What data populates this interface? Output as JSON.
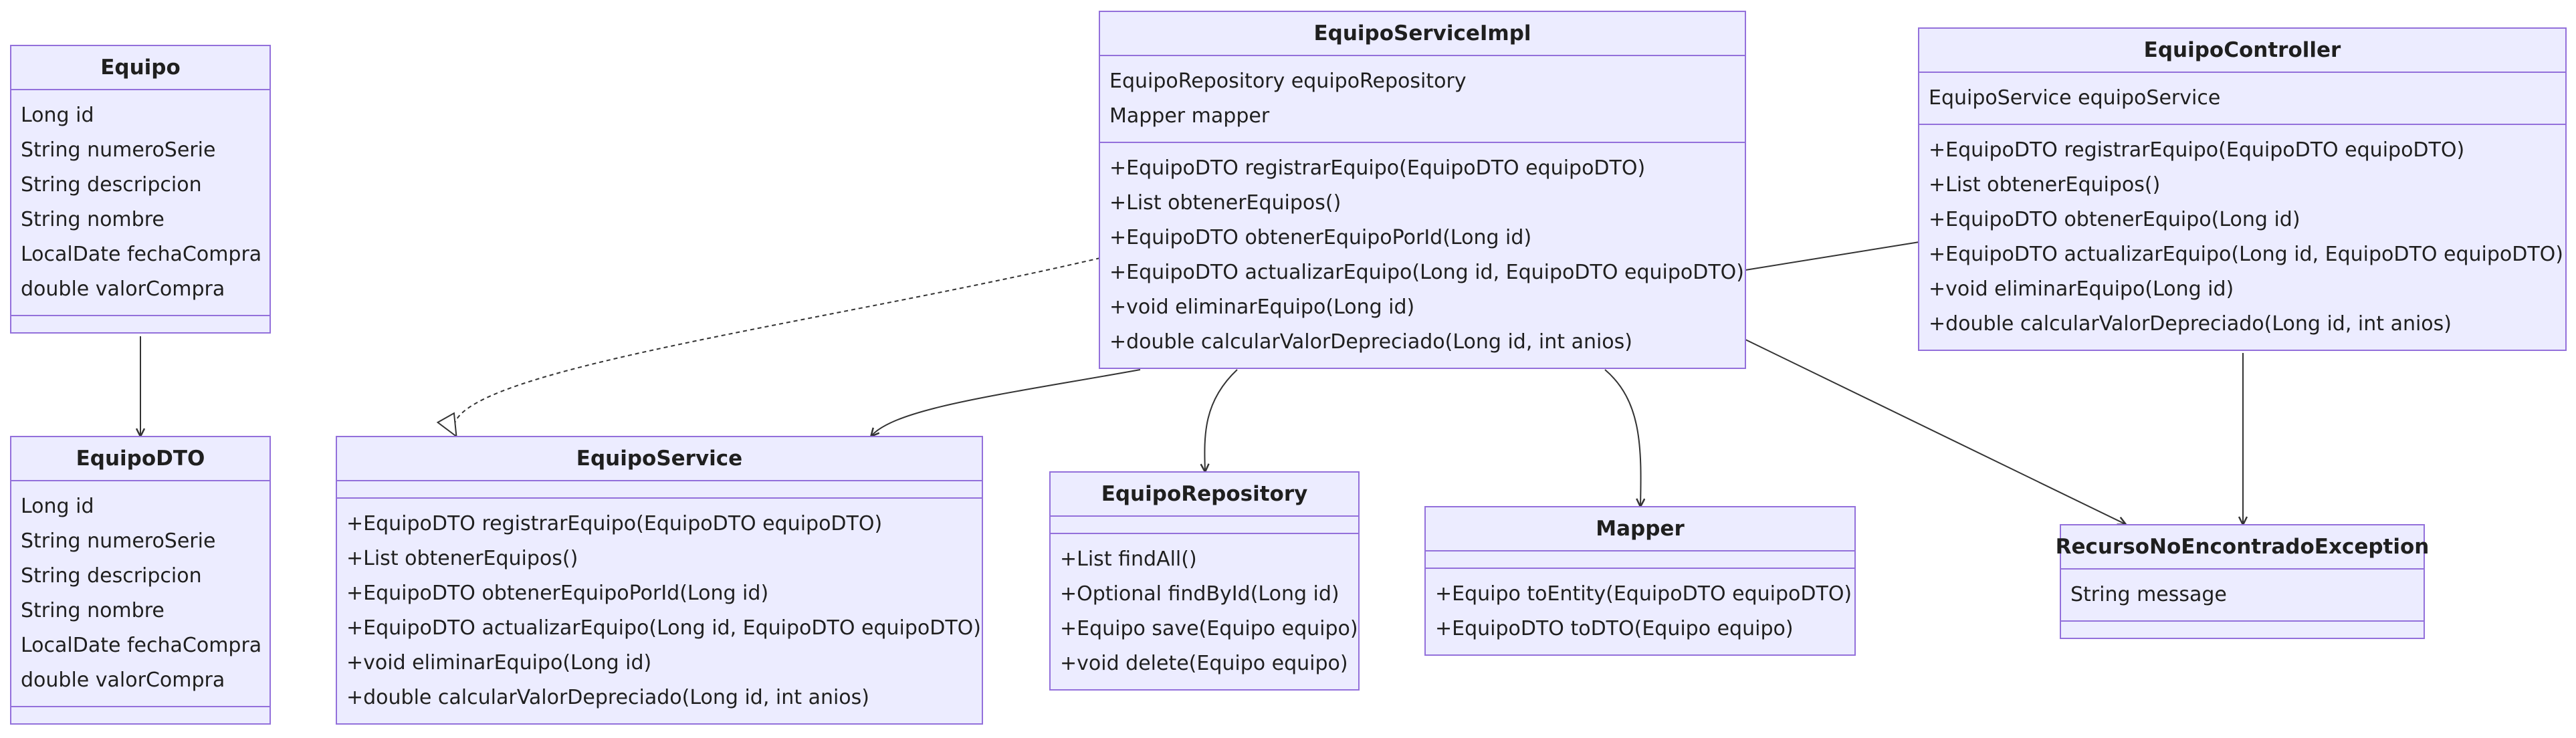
{
  "classes": {
    "equipo": {
      "name": "Equipo",
      "attributes": [
        "Long id",
        "String numeroSerie",
        "String descripcion",
        "String nombre",
        "LocalDate fechaCompra",
        "double valorCompra"
      ],
      "methods": []
    },
    "equipo_dto": {
      "name": "EquipoDTO",
      "attributes": [
        "Long id",
        "String numeroSerie",
        "String descripcion",
        "String nombre",
        "LocalDate fechaCompra",
        "double valorCompra"
      ],
      "methods": []
    },
    "equipo_service": {
      "name": "EquipoService",
      "attributes": [],
      "methods": [
        "+EquipoDTO registrarEquipo(EquipoDTO equipoDTO)",
        "+List obtenerEquipos()",
        "+EquipoDTO obtenerEquipoPorId(Long id)",
        "+EquipoDTO actualizarEquipo(Long id, EquipoDTO equipoDTO)",
        "+void eliminarEquipo(Long id)",
        "+double calcularValorDepreciado(Long id, int anios)"
      ]
    },
    "equipo_service_impl": {
      "name": "EquipoServiceImpl",
      "attributes": [
        "EquipoRepository equipoRepository",
        "Mapper mapper"
      ],
      "methods": [
        "+EquipoDTO registrarEquipo(EquipoDTO equipoDTO)",
        "+List obtenerEquipos()",
        "+EquipoDTO obtenerEquipoPorId(Long id)",
        "+EquipoDTO actualizarEquipo(Long id, EquipoDTO equipoDTO)",
        "+void eliminarEquipo(Long id)",
        "+double calcularValorDepreciado(Long id, int anios)"
      ]
    },
    "equipo_repository": {
      "name": "EquipoRepository",
      "attributes": [],
      "methods": [
        "+List findAll()",
        "+Optional findById(Long id)",
        "+Equipo save(Equipo equipo)",
        "+void delete(Equipo equipo)"
      ]
    },
    "mapper": {
      "name": "Mapper",
      "attributes": [],
      "methods": [
        "+Equipo toEntity(EquipoDTO equipoDTO)",
        "+EquipoDTO toDTO(Equipo equipo)"
      ]
    },
    "equipo_controller": {
      "name": "EquipoController",
      "attributes": [
        "EquipoService equipoService"
      ],
      "methods": [
        "+EquipoDTO registrarEquipo(EquipoDTO equipoDTO)",
        "+List obtenerEquipos()",
        "+EquipoDTO obtenerEquipo(Long id)",
        "+EquipoDTO actualizarEquipo(Long id, EquipoDTO equipoDTO)",
        "+void eliminarEquipo(Long id)",
        "+double calcularValorDepreciado(Long id, int anios)"
      ]
    },
    "recurso_no_encontrado": {
      "name": "RecursoNoEncontradoException",
      "attributes": [
        "String message"
      ],
      "methods": []
    }
  },
  "colors": {
    "box_fill": "#ececff",
    "box_border": "#9370db",
    "edge": "#333333",
    "text": "#1f1f1f"
  }
}
